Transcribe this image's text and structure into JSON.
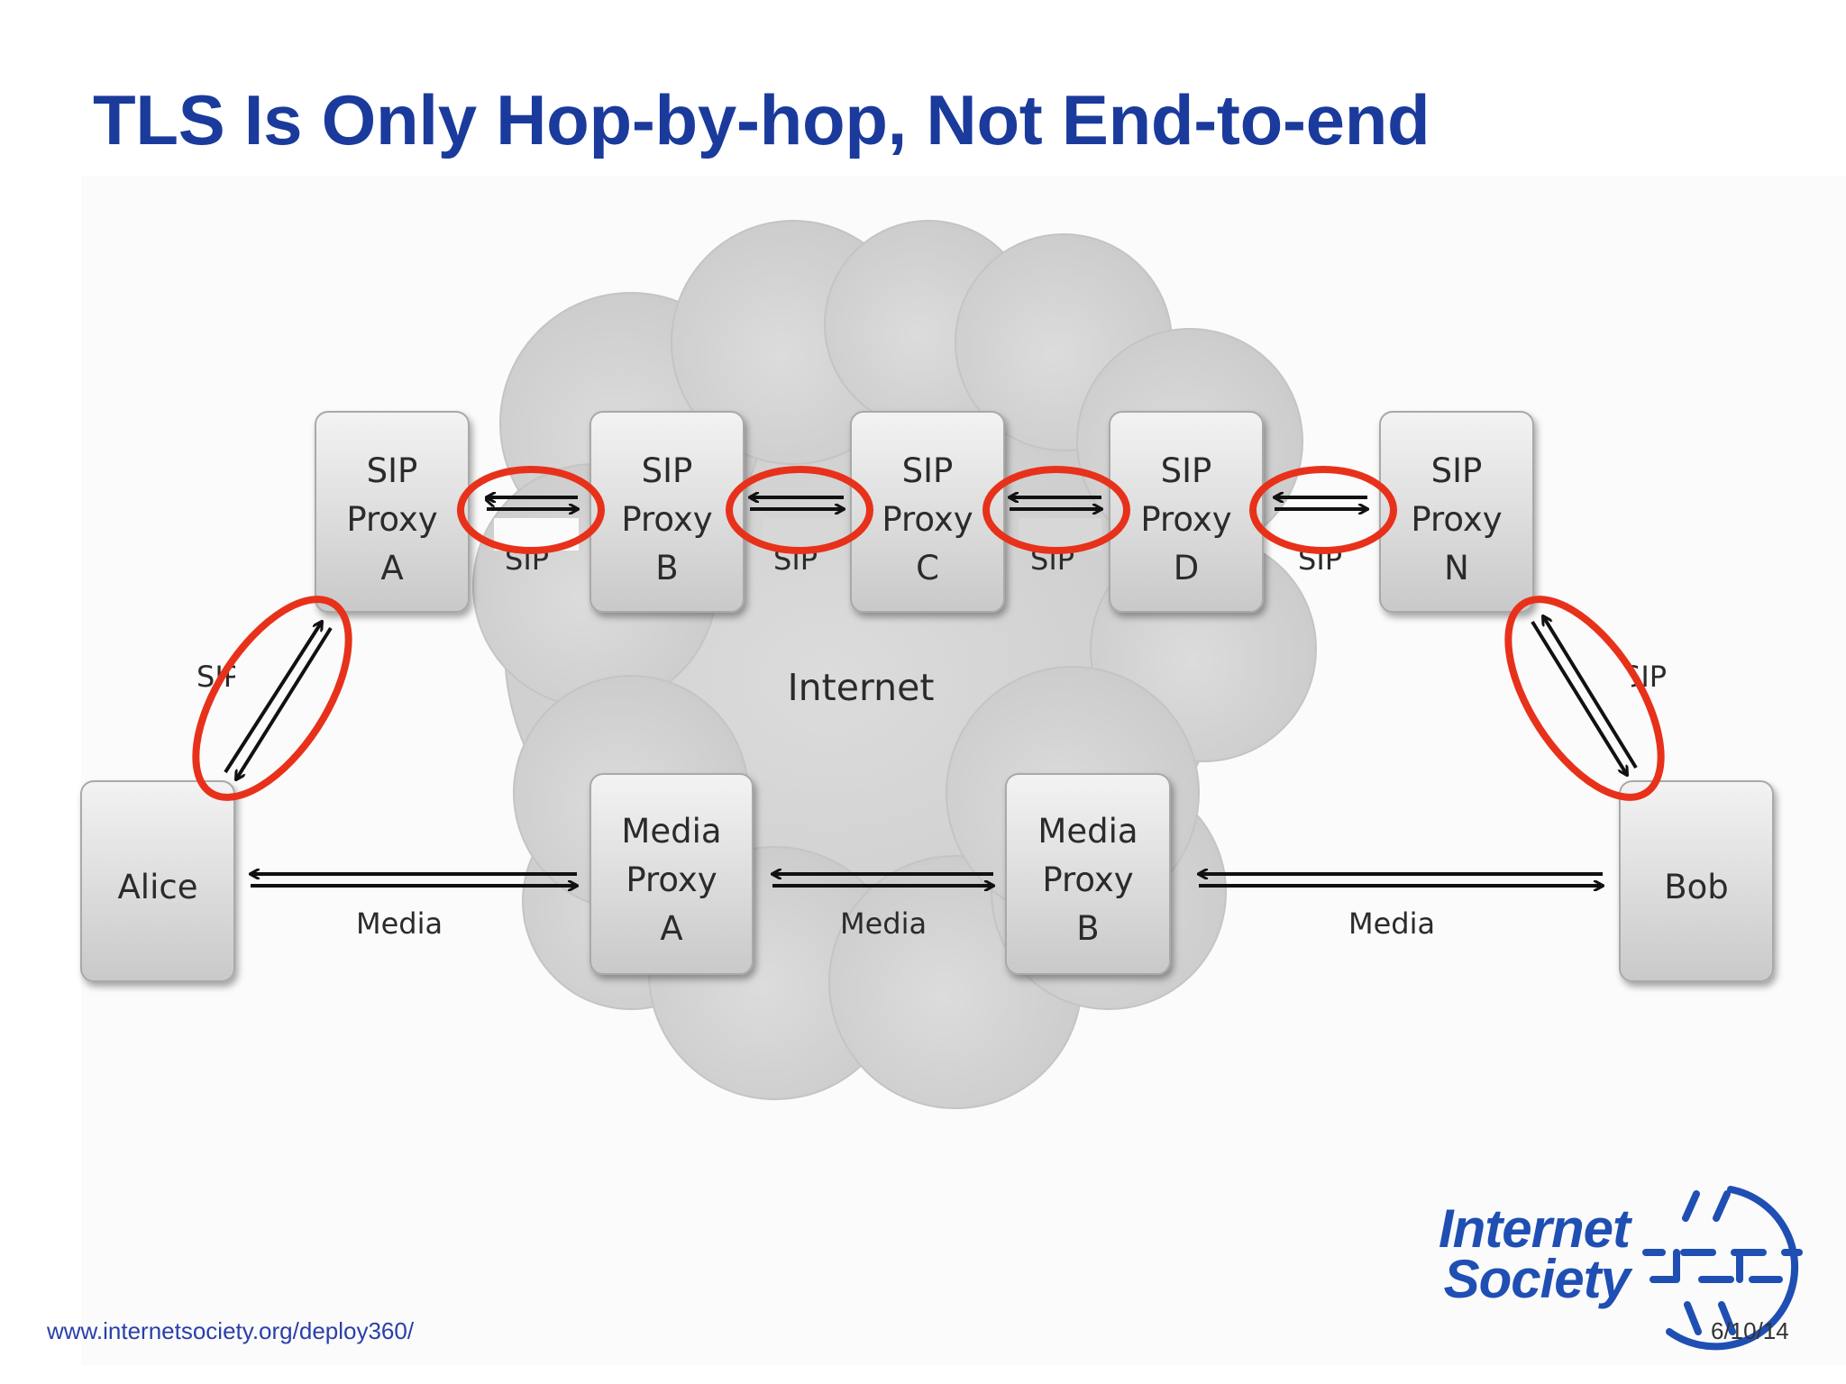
{
  "slide": {
    "title": "TLS Is Only Hop-by-hop, Not End-to-end",
    "footer_url": "www.internetsociety.org/deploy360/",
    "footer_date": "6/10/14"
  },
  "diagram": {
    "cloud_label": "Internet",
    "sip_proxies": [
      {
        "lines": [
          "SIP",
          "Proxy",
          "A"
        ]
      },
      {
        "lines": [
          "SIP",
          "Proxy",
          "B"
        ]
      },
      {
        "lines": [
          "SIP",
          "Proxy",
          "C"
        ]
      },
      {
        "lines": [
          "SIP",
          "Proxy",
          "D"
        ]
      },
      {
        "lines": [
          "SIP",
          "Proxy",
          "N"
        ]
      }
    ],
    "endpoints": {
      "alice": "Alice",
      "bob": "Bob"
    },
    "media_proxies": [
      {
        "lines": [
          "Media",
          "Proxy",
          "A"
        ]
      },
      {
        "lines": [
          "Media",
          "Proxy",
          "B"
        ]
      }
    ],
    "link_labels": {
      "sip": "SIP",
      "media": "Media"
    }
  },
  "logo": {
    "line1": "Internet",
    "line2": "Society"
  },
  "colors": {
    "title": "#1a3a9c",
    "highlight": "#e8311a",
    "logo": "#1f4fb3",
    "cloud": "#d9d9d9"
  }
}
